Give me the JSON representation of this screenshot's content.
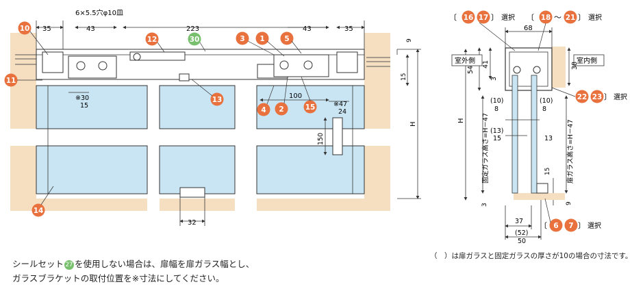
{
  "front_view": {
    "top_dims": {
      "left": "35",
      "left_inner": "43",
      "total": "223",
      "right_inner": "43",
      "right": "35"
    },
    "hole_spec": "6×5.5穴φ10皿",
    "right_dims": {
      "top": "9",
      "gap": "15",
      "height": "H"
    },
    "offset_left": {
      "marker": "※30",
      "value": "15"
    },
    "offset_right": {
      "marker": "※47",
      "value": "24"
    },
    "mid_dim": "100",
    "vertical_dim": "150",
    "bottom_dim": "32"
  },
  "callouts": {
    "c10": "10",
    "c12": "12",
    "c30": "30",
    "c3": "3",
    "c1": "1",
    "c5": "5",
    "c11": "11",
    "c13": "13",
    "c4": "4",
    "c2": "2",
    "c15": "15",
    "c14": "14",
    "c16": "16",
    "c17": "17",
    "c18": "18",
    "c21": "21",
    "c22": "22",
    "c23": "23",
    "c6": "6",
    "c7": "7"
  },
  "section_view": {
    "select_label": "選択",
    "bracket_open": "〔",
    "bracket_close": "〕",
    "tilde": "～",
    "width_top": "68",
    "outdoor_label": "室外側",
    "indoor_label": "室内側",
    "dim_54": "54",
    "dim_41": "41",
    "dim_3_top": "3",
    "dim_38": "38",
    "dim_10a": "(10)",
    "dim_8a": "8",
    "dim_10b": "(10)",
    "dim_8b": "8",
    "dim_13a": "(13)",
    "dim_15": "15",
    "dim_13b": "13",
    "fixed_glass_label": "固定ガラス高さ=H－47",
    "door_glass_label": "扉ガラス高さ=H－47",
    "height_H": "H",
    "dim_15_bottom": "15",
    "dim_3_bottom": "3",
    "dim_9_bottom": "9",
    "dim_37": "37",
    "dim_52": "(52)",
    "dim_50": "50"
  },
  "notes": {
    "line1_pre": "シールセット",
    "line1_badge": "27",
    "line1_post": "を使用しない場合は、扉幅を扉ガラス幅とし、",
    "line2": "ガラスブラケットの取付位置を※寸法にしてください。",
    "right": "（　）は扉ガラスと固定ガラスの厚さが10の場合の寸法です。"
  },
  "colors": {
    "callout_orange": "#e8713d",
    "callout_green": "#79c06e",
    "glass_blue": "#c9e4f2",
    "wall_tan": "#f6dfc0",
    "line": "#333333"
  }
}
